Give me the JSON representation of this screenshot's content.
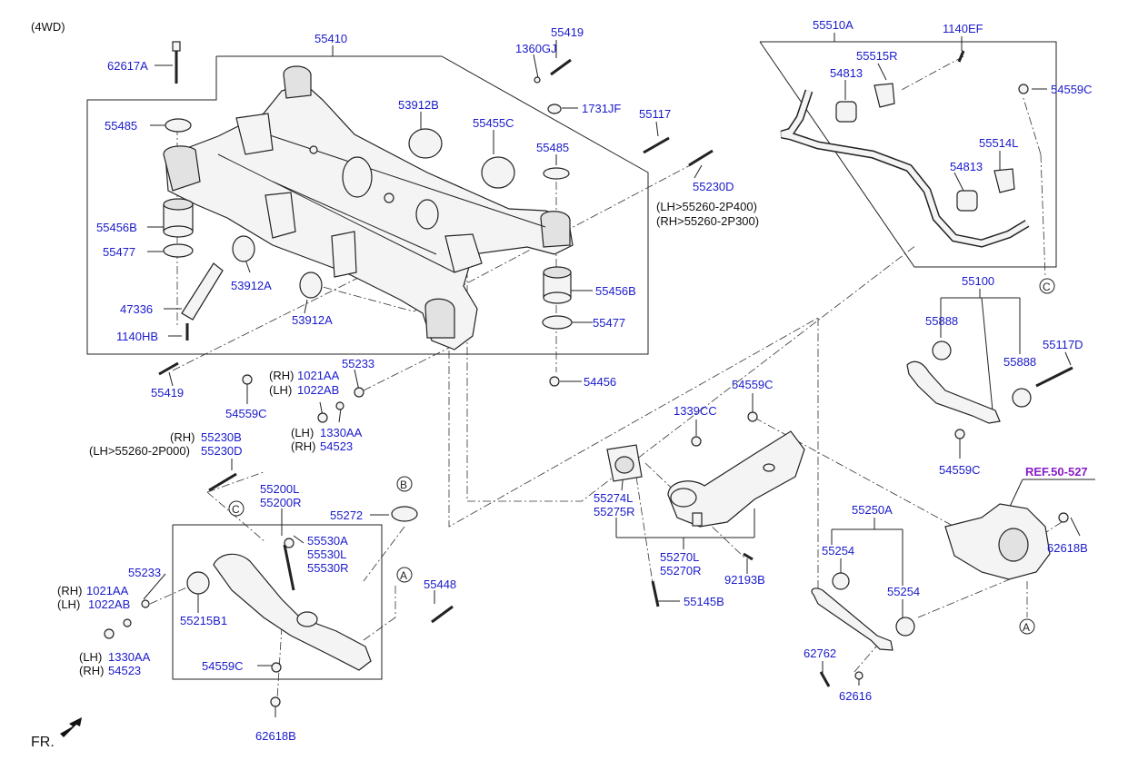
{
  "header": {
    "variant": "(4WD)"
  },
  "footer": {
    "front_marker": "FR."
  },
  "reference": {
    "label": "REF.50-527"
  },
  "circle_markers": {
    "a": "A",
    "b": "B",
    "c": "C"
  },
  "labels": {
    "p62617A": "62617A",
    "p55410": "55410",
    "p1360GJ": "1360GJ",
    "p55419_top": "55419",
    "p55485_left": "55485",
    "p53912B": "53912B",
    "p1731JF": "1731JF",
    "p55455C": "55455C",
    "p55117": "55117",
    "p55485_right": "55485",
    "p55230D": "55230D",
    "lh_55260": "(LH>55260-2P400)",
    "rh_55260": "(RH>55260-2P300)",
    "p55456B_left": "55456B",
    "p55477_left": "55477",
    "p53912A_a": "53912A",
    "p47336": "47336",
    "p53912A_b": "53912A",
    "p1140HB": "1140HB",
    "p55456B_right": "55456B",
    "p55477_right": "55477",
    "p54456": "54456",
    "p55419_bottom": "55419",
    "p54559C_a": "54559C",
    "rh_tag_a": "(RH)",
    "p1021AA_a": "1021AA",
    "lh_tag_a": "(LH)",
    "p1022AB_a": "1022AB",
    "p55233_a": "55233",
    "lh_tag_b": "(LH)",
    "p1330AA_a": "1330AA",
    "rh_tag_b": "(RH)",
    "p54523_a": "54523",
    "p55510A": "55510A",
    "p1140EF": "1140EF",
    "p55515R": "55515R",
    "p54813_a": "54813",
    "p54559C_b": "54559C",
    "p55514L": "55514L",
    "p54813_b": "54813",
    "p55100": "55100",
    "p55888_a": "55888",
    "p55117D": "55117D",
    "p55888_b": "55888",
    "p54559C_c": "54559C",
    "p54559C_d": "54559C",
    "p1339CC": "1339CC",
    "rh_tag_c": "(RH)",
    "p55230B": "55230B",
    "lh_55260_b": "(LH>55260-2P000)",
    "p55230D_b": "55230D",
    "p55200L": "55200L",
    "p55200R": "55200R",
    "p55272": "55272",
    "p55530A": "55530A",
    "p55530L": "55530L",
    "p55530R": "55530R",
    "p55274L": "55274L",
    "p55275R": "55275R",
    "p55270L": "55270L",
    "p55270R": "55270R",
    "p92193B": "92193B",
    "p55145B": "55145B",
    "p55250A": "55250A",
    "p55254_a": "55254",
    "p55254_b": "55254",
    "p62618B_right": "62618B",
    "p62762": "62762",
    "p62616": "62616",
    "p55233_b": "55233",
    "rh_tag_d": "(RH)",
    "p1021AA_b": "1021AA",
    "lh_tag_d": "(LH)",
    "p1022AB_b": "1022AB",
    "p55215B1": "55215B1",
    "p55448": "55448",
    "lh_tag_e": "(LH)",
    "p1330AA_b": "1330AA",
    "rh_tag_e": "(RH)",
    "p54523_b": "54523",
    "p54559C_e": "54559C",
    "p62618B_bottom": "62618B"
  }
}
